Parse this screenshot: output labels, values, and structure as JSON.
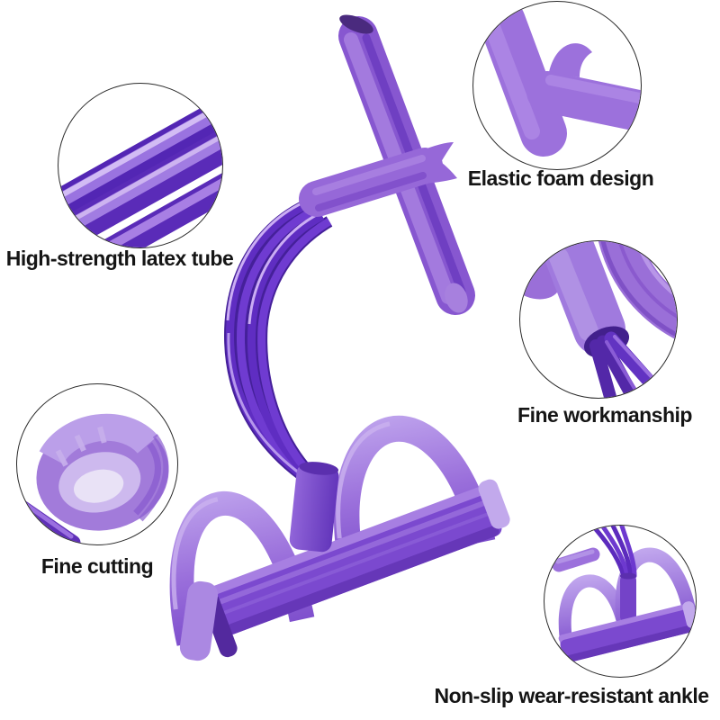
{
  "page": {
    "background": "#ffffff"
  },
  "product": {
    "name": "pedal-resistance-band",
    "colors": {
      "foam": "#9c71dc",
      "tube": "#5c2bbd",
      "pedal_bar": "#7b49cf",
      "loop": "#a884dd"
    }
  },
  "callouts": [
    {
      "id": "latex-tube",
      "label": "High-strength latex tube"
    },
    {
      "id": "foam-design",
      "label": "Elastic foam design"
    },
    {
      "id": "workmanship",
      "label": "Fine workmanship"
    },
    {
      "id": "cutting",
      "label": "Fine cutting"
    },
    {
      "id": "ankle",
      "label": "Non-slip wear-resistant ankle"
    }
  ]
}
